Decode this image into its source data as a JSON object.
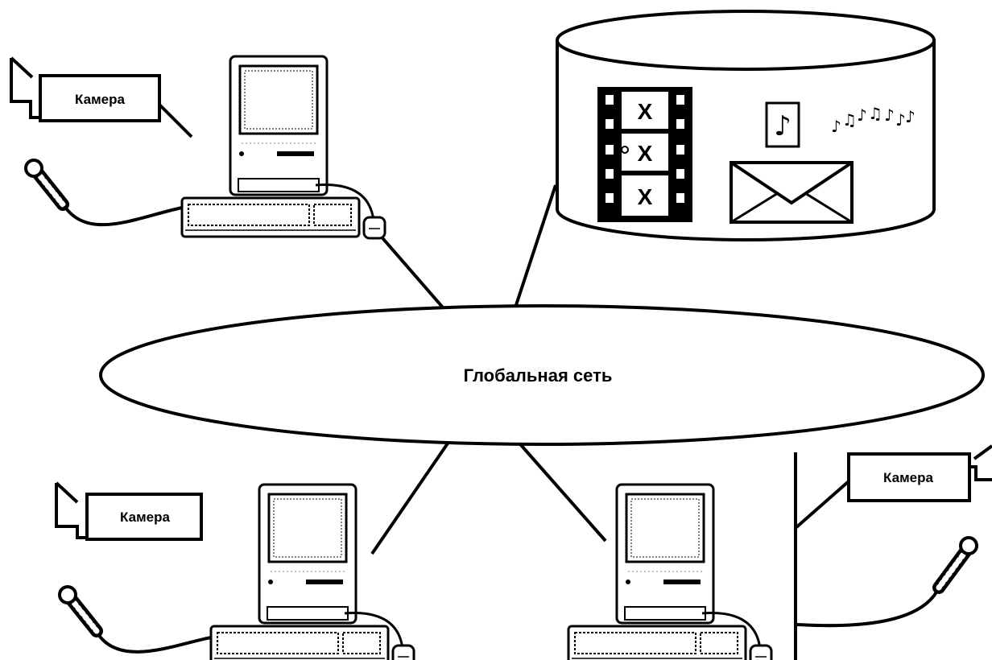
{
  "network": {
    "label": "Глобальная сеть"
  },
  "cameras": [
    {
      "label": "Камера"
    },
    {
      "label": "Камера"
    },
    {
      "label": "Камера"
    }
  ],
  "storage": {
    "items": [
      "film-strip-icon",
      "music-note-icon",
      "melody-notes-icon",
      "envelope-icon"
    ],
    "film_frame_mark": "X"
  },
  "computers": [
    "computer-top",
    "computer-bottom-left",
    "computer-bottom-right"
  ],
  "colors": {
    "ink": "#000000",
    "paper": "#ffffff"
  }
}
